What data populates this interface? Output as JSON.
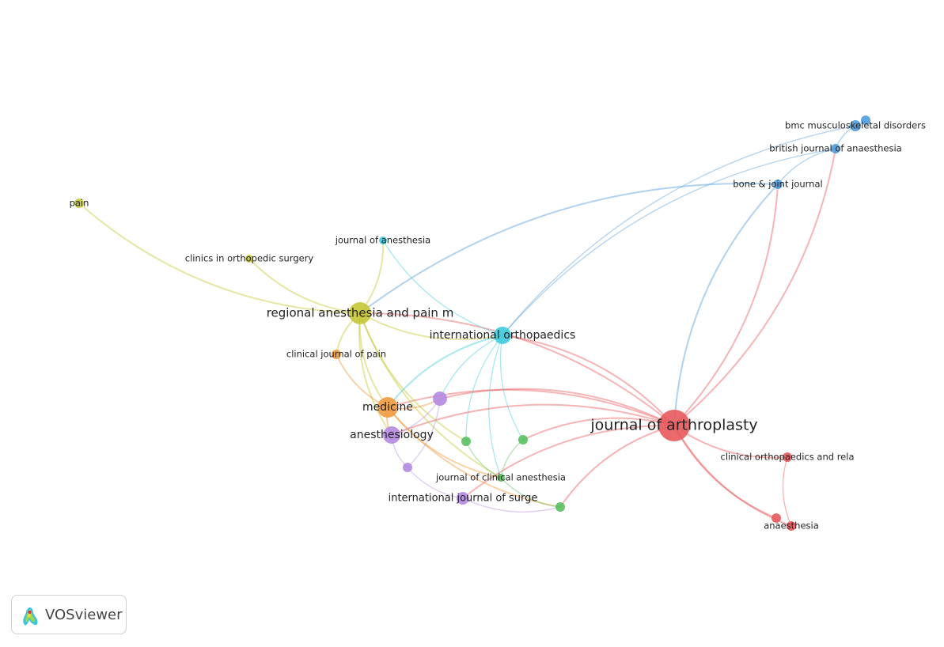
{
  "logo": {
    "label": "VOSviewer"
  },
  "cluster_colors": {
    "red": "#e8595c",
    "blue": "#4f9bdc",
    "yellow": "#c7c737",
    "cyan": "#3fcbdc",
    "orange": "#f29a3f",
    "purple": "#b48ae0",
    "green": "#58c05e"
  },
  "nodes": [
    {
      "id": "joa",
      "label": "journal of arthroplasty",
      "cluster": "red",
      "weight": 20
    },
    {
      "id": "corr",
      "label": "clinical orthopaedics and rela",
      "cluster": "red",
      "weight": 6
    },
    {
      "id": "anaes",
      "label": "anaesthesia",
      "cluster": "red",
      "weight": 6
    },
    {
      "id": "r4",
      "label": "",
      "cluster": "red",
      "weight": 6
    },
    {
      "id": "bmc",
      "label": "bmc musculoskeletal disorders",
      "cluster": "blue",
      "weight": 7
    },
    {
      "id": "b2",
      "label": "",
      "cluster": "blue",
      "weight": 6
    },
    {
      "id": "bja",
      "label": "british journal of anaesthesia",
      "cluster": "blue",
      "weight": 6
    },
    {
      "id": "bjj",
      "label": "bone & joint journal",
      "cluster": "blue",
      "weight": 6
    },
    {
      "id": "pain",
      "label": "pain",
      "cluster": "yellow",
      "weight": 6
    },
    {
      "id": "cios",
      "label": "clinics in orthopedic surgery",
      "cluster": "yellow",
      "weight": 5
    },
    {
      "id": "rapm",
      "label": "regional anesthesia and pain m",
      "cluster": "yellow",
      "weight": 14
    },
    {
      "id": "joan",
      "label": "journal of anesthesia",
      "cluster": "cyan",
      "weight": 5
    },
    {
      "id": "io",
      "label": "international orthopaedics",
      "cluster": "cyan",
      "weight": 11
    },
    {
      "id": "cjp",
      "label": "clinical journal of pain",
      "cluster": "orange",
      "weight": 6
    },
    {
      "id": "med",
      "label": "medicine",
      "cluster": "orange",
      "weight": 13
    },
    {
      "id": "p1",
      "label": "",
      "cluster": "purple",
      "weight": 9
    },
    {
      "id": "anes",
      "label": "anesthesiology",
      "cluster": "purple",
      "weight": 11
    },
    {
      "id": "p3",
      "label": "",
      "cluster": "purple",
      "weight": 6
    },
    {
      "id": "ijs",
      "label": "international journal of surge",
      "cluster": "purple",
      "weight": 8
    },
    {
      "id": "g1",
      "label": "",
      "cluster": "green",
      "weight": 6
    },
    {
      "id": "g2",
      "label": "",
      "cluster": "green",
      "weight": 6
    },
    {
      "id": "jca",
      "label": "journal of clinical anesthesia",
      "cluster": "green",
      "weight": 5
    },
    {
      "id": "g4",
      "label": "",
      "cluster": "green",
      "weight": 6
    }
  ],
  "links": [
    [
      "joa",
      "corr"
    ],
    [
      "joa",
      "anaes"
    ],
    [
      "joa",
      "r4"
    ],
    [
      "corr",
      "anaes"
    ],
    [
      "joa",
      "bjj"
    ],
    [
      "joa",
      "bja"
    ],
    [
      "joa",
      "rapm"
    ],
    [
      "joa",
      "io"
    ],
    [
      "joa",
      "med"
    ],
    [
      "joa",
      "p1"
    ],
    [
      "joa",
      "ijs"
    ],
    [
      "joa",
      "g2"
    ],
    [
      "joa",
      "g4"
    ],
    [
      "joa",
      "anes"
    ],
    [
      "bmc",
      "b2"
    ],
    [
      "bmc",
      "bja"
    ],
    [
      "bja",
      "bjj"
    ],
    [
      "bmc",
      "io"
    ],
    [
      "bja",
      "io"
    ],
    [
      "bjj",
      "rapm"
    ],
    [
      "bjj",
      "joa"
    ],
    [
      "pain",
      "rapm"
    ],
    [
      "cios",
      "rapm"
    ],
    [
      "rapm",
      "med"
    ],
    [
      "rapm",
      "anes"
    ],
    [
      "rapm",
      "io"
    ],
    [
      "rapm",
      "joan"
    ],
    [
      "rapm",
      "g1"
    ],
    [
      "rapm",
      "jca"
    ],
    [
      "rapm",
      "cjp"
    ],
    [
      "joan",
      "io"
    ],
    [
      "io",
      "med"
    ],
    [
      "io",
      "p1"
    ],
    [
      "io",
      "g2"
    ],
    [
      "io",
      "jca"
    ],
    [
      "io",
      "g1"
    ],
    [
      "cjp",
      "med"
    ],
    [
      "med",
      "anes"
    ],
    [
      "med",
      "p1"
    ],
    [
      "med",
      "g4"
    ],
    [
      "anes",
      "p3"
    ],
    [
      "anes",
      "p1"
    ],
    [
      "p3",
      "ijs"
    ],
    [
      "p3",
      "p1"
    ],
    [
      "ijs",
      "g4"
    ],
    [
      "g1",
      "jca"
    ],
    [
      "g2",
      "jca"
    ],
    [
      "jca",
      "g4"
    ],
    [
      "med",
      "jca"
    ]
  ]
}
